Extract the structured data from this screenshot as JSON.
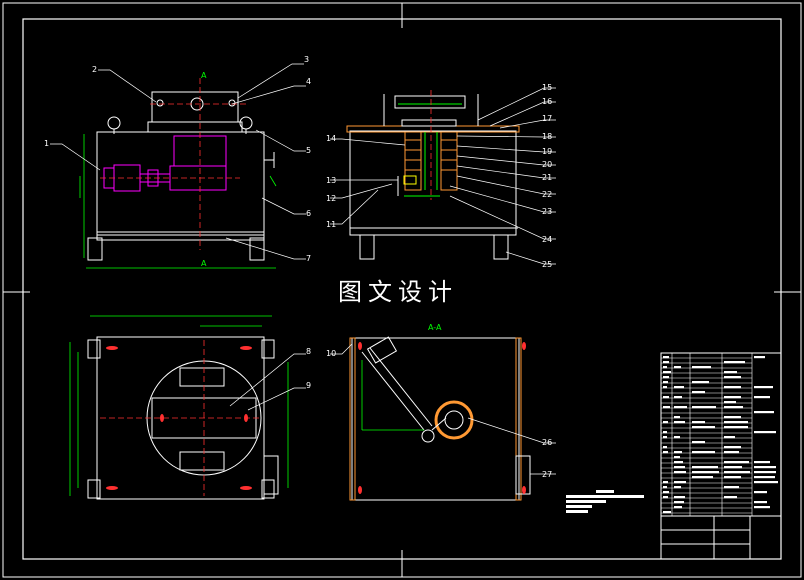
{
  "watermark": "图文设计",
  "section_label": "A-A",
  "section_marks": [
    "A",
    "A"
  ],
  "callouts": [
    "1",
    "2",
    "3",
    "4",
    "5",
    "6",
    "7",
    "8",
    "9",
    "10",
    "11",
    "12",
    "13",
    "14",
    "15",
    "16",
    "17",
    "18",
    "19",
    "20",
    "21",
    "22",
    "23",
    "24",
    "25",
    "26",
    "27"
  ],
  "colors": {
    "background": "#000000",
    "line": "#ffffff",
    "frame_orange": "#ff9933",
    "magenta": "#ff00ff",
    "green": "#00ff00",
    "red": "#ff3030",
    "yellow": "#ffff00"
  }
}
